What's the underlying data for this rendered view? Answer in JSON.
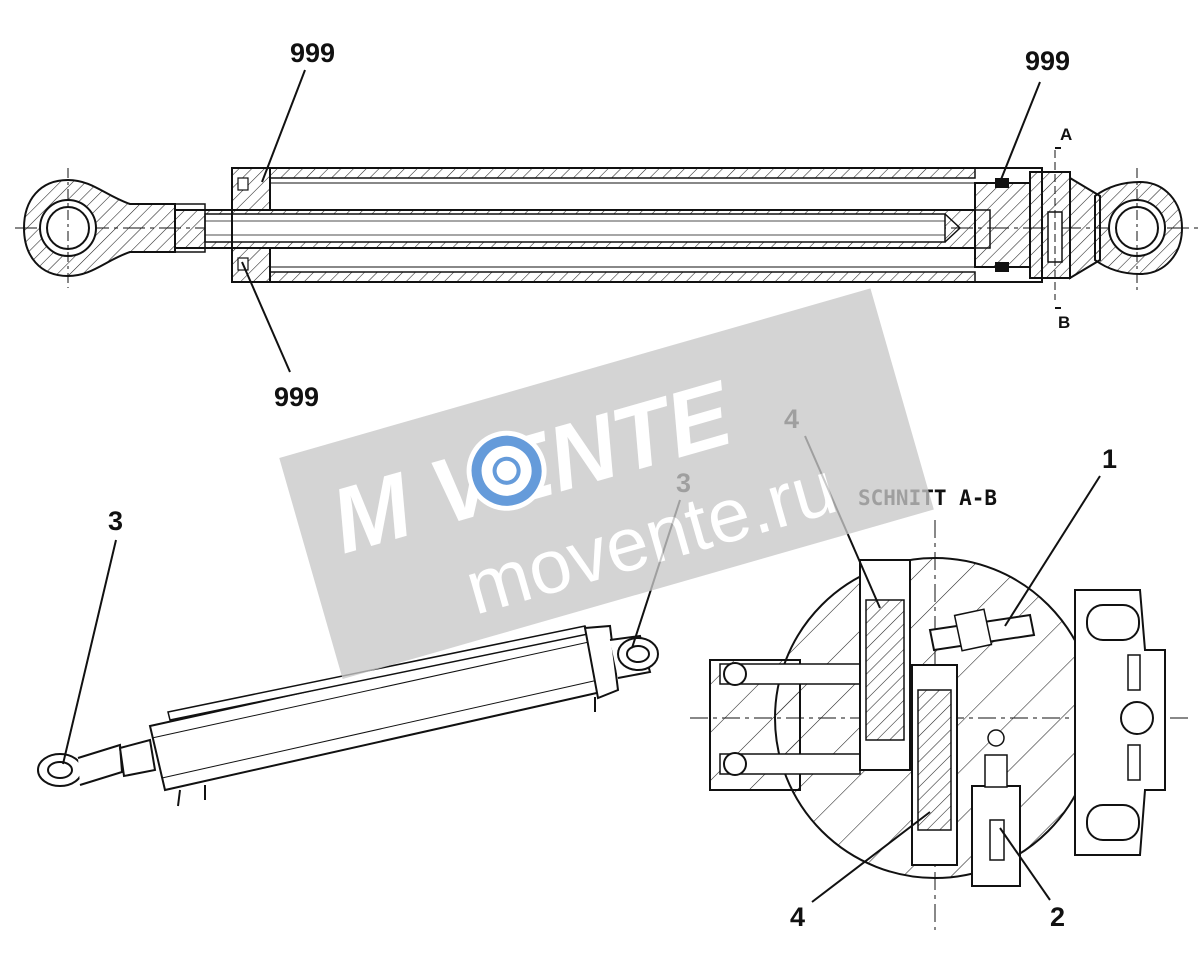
{
  "callouts": {
    "seal_rod_top": "999",
    "seal_piston_top": "999",
    "seal_rod_bottom": "999",
    "eye_left": "3",
    "eye_right": "3",
    "valve_upper": "4",
    "valve_lower": "4",
    "fitting": "1",
    "plug": "2"
  },
  "section": {
    "title": "SCHNITT A-B",
    "mark_a": "A",
    "mark_b": "B"
  },
  "watermark": {
    "brand": "M  VENTE",
    "url": "movente.ru",
    "band_color": "#c8c8c8",
    "logo_color": "#3a7fd0"
  }
}
